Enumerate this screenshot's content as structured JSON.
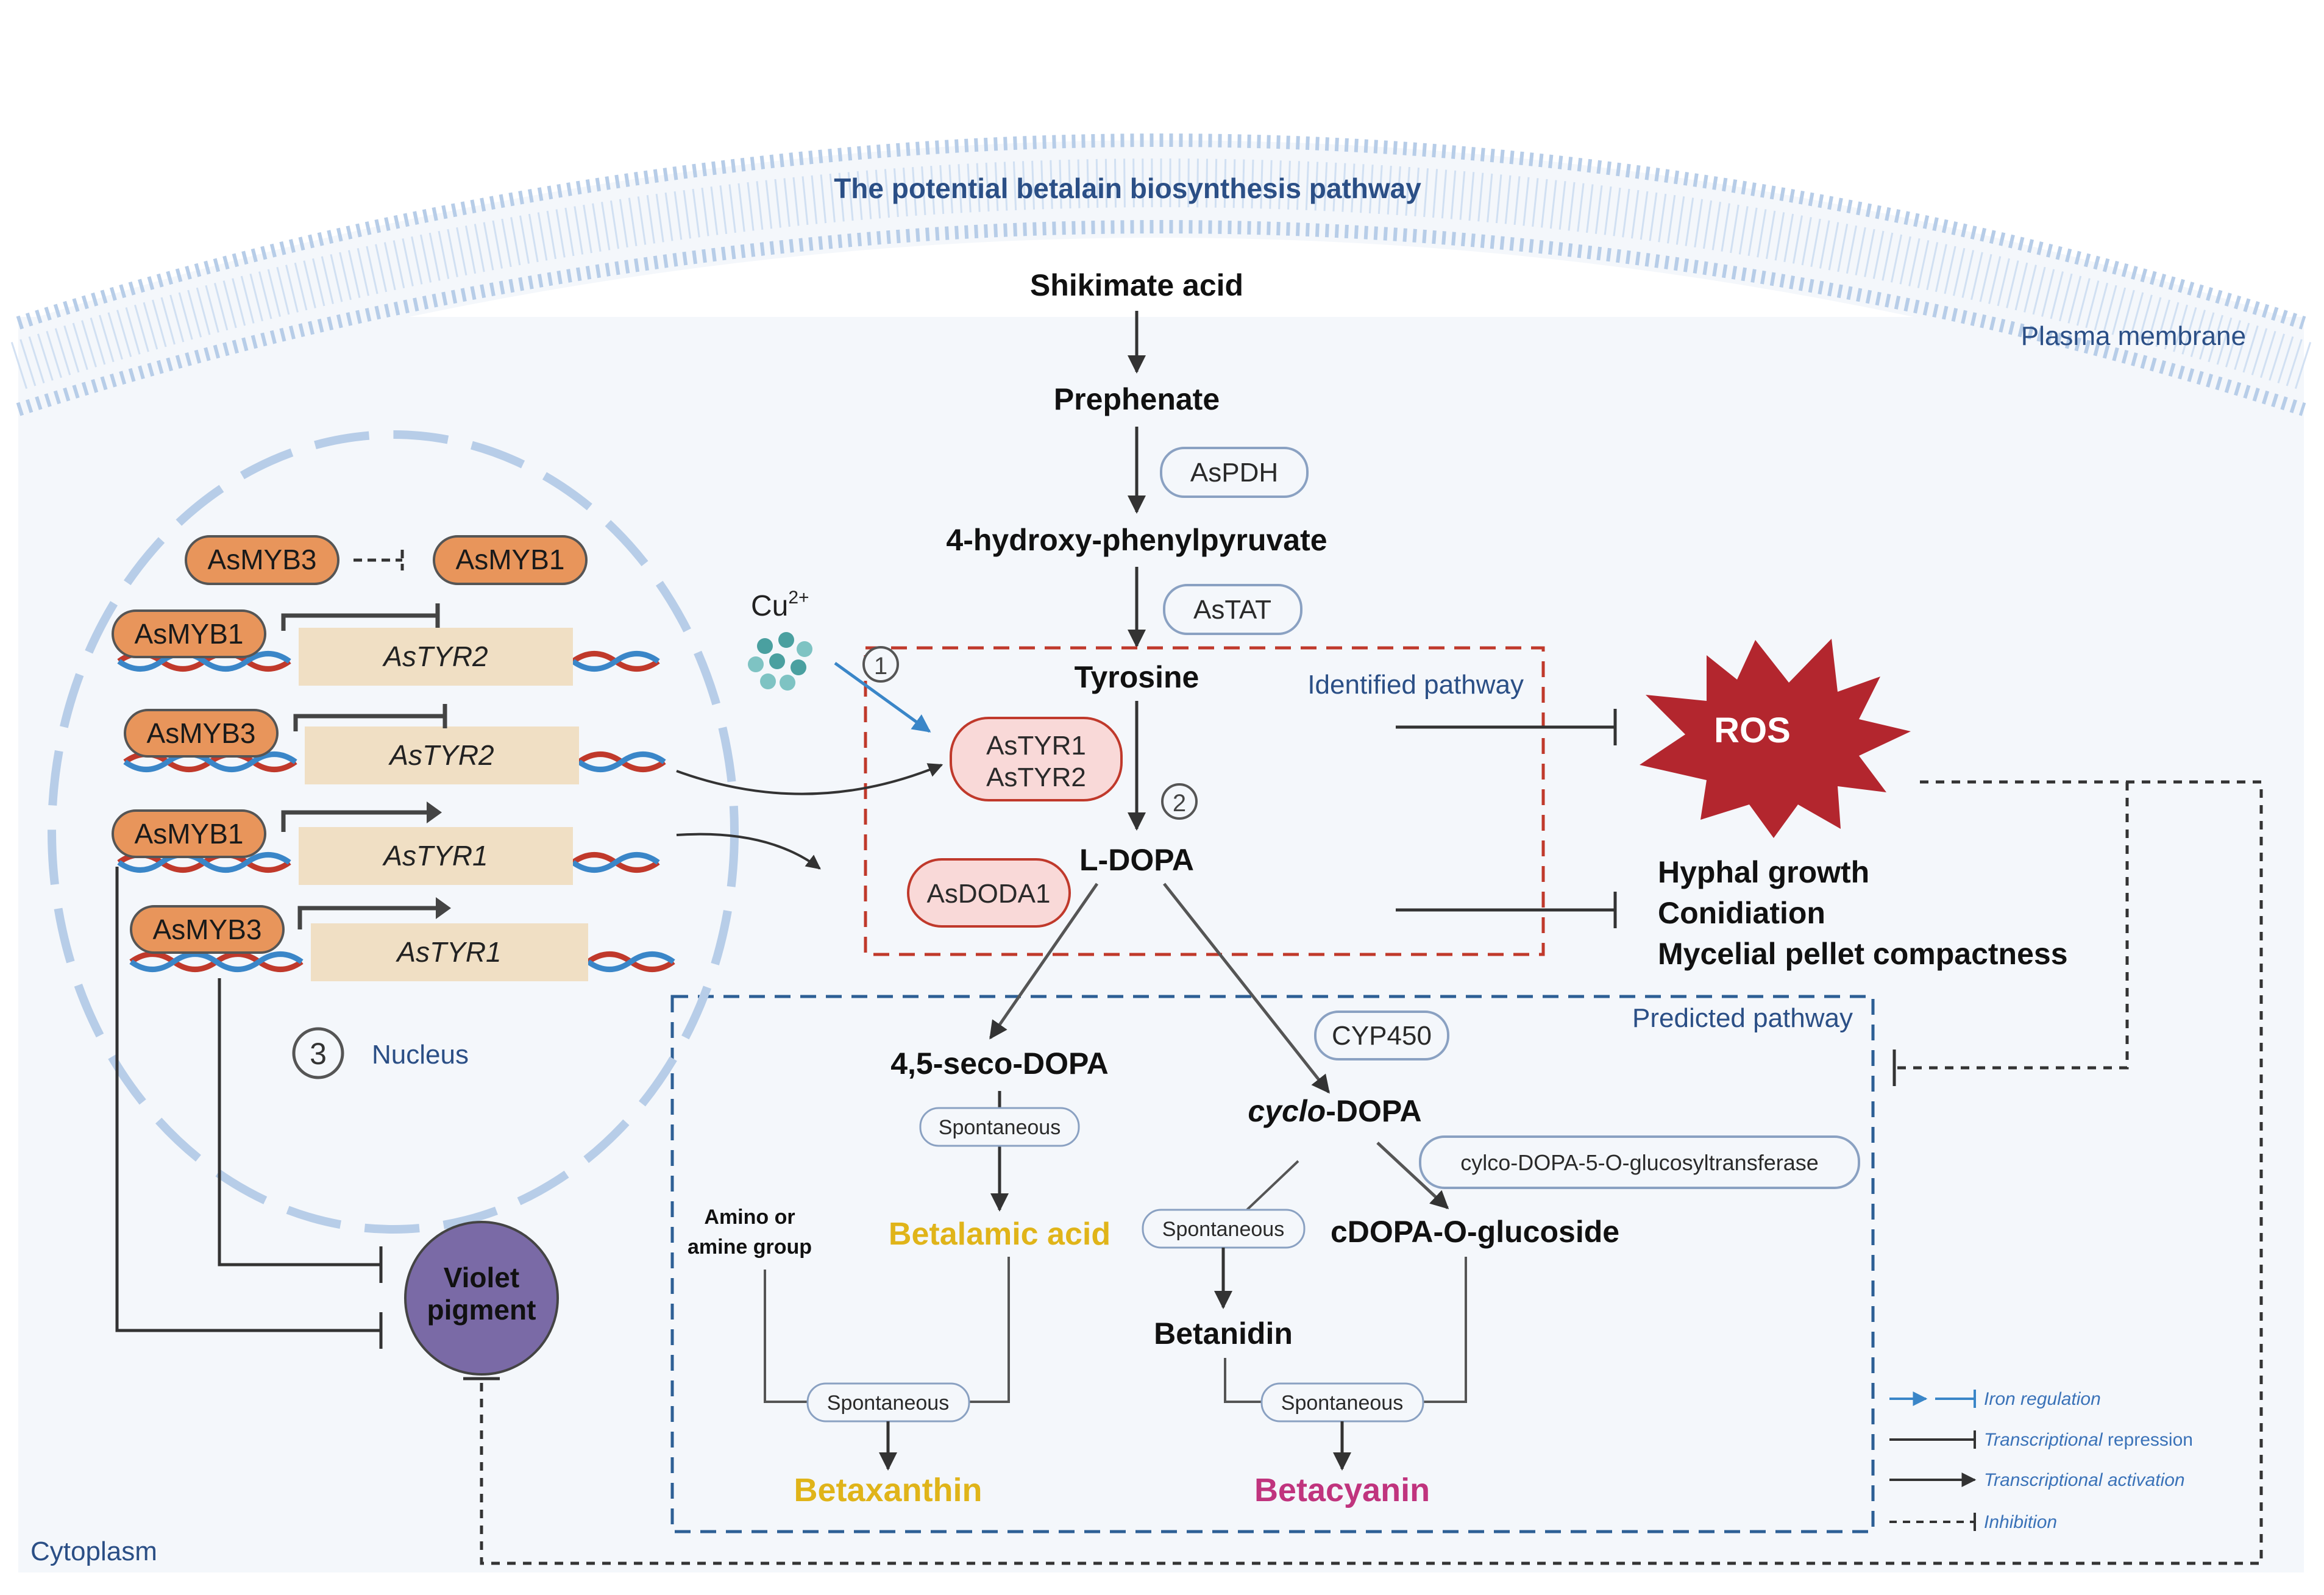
{
  "title": "The potential betalain biosynthesis pathway",
  "compartments": {
    "plasma_membrane": "Plasma membrane",
    "cytoplasm": "Cytoplasm",
    "nucleus": "Nucleus"
  },
  "metabolites": {
    "shikimate": "Shikimate acid",
    "prephenate": "Prephenate",
    "hpp": "4-hydroxy-phenylpyruvate",
    "tyrosine": "Tyrosine",
    "ldopa": "L-DOPA",
    "seco_dopa": "4,5-seco-DOPA",
    "cyclo_dopa_italic": "cyclo",
    "cyclo_dopa_rest": "-DOPA",
    "betalamic_acid": "Betalamic acid",
    "cdopa_glucoside": "cDOPA-O-glucoside",
    "betanidin": "Betanidin",
    "betaxanthin": "Betaxanthin",
    "betacyanin": "Betacyanin",
    "amino_line1": "Amino or",
    "amino_line2": "amine group"
  },
  "enzymes": {
    "pdh": "AsPDH",
    "tat": "AsTAT",
    "tyr1": "AsTYR1",
    "tyr2": "AsTYR2",
    "doda": "AsDODA1",
    "cyp": "CYP450",
    "glucosyltransferase": "cylco-DOPA-5-O-glucosyltransferase",
    "spontaneous": "Spontaneous"
  },
  "boxes": {
    "identified": "Identified pathway",
    "predicted": "Predicted pathway"
  },
  "ros": "ROS",
  "phenotypes": [
    "Hyphal growth",
    "Conidiation",
    "Mycelial pellet compactness"
  ],
  "violet_pigment": [
    "Violet",
    "pigment"
  ],
  "copper": {
    "base": "Cu",
    "sup": "2+"
  },
  "markers": [
    "1",
    "2",
    "3"
  ],
  "nucleus_items": {
    "myb3": "AsMYB3",
    "myb1": "AsMYB1",
    "gene_tyr2": "AsTYR2",
    "gene_tyr1": "AsTYR1"
  },
  "legend": [
    {
      "name": "iron",
      "label": "Iron regulation",
      "color": "#3a72b8"
    },
    {
      "name": "repression",
      "label_italic": "Transcriptional",
      "label_rest": " repression",
      "color": "#333333"
    },
    {
      "name": "activation",
      "label": "Transcriptional activation",
      "color": "#333333"
    },
    {
      "name": "inhibition",
      "label": "Inhibition",
      "color": "#333333"
    }
  ],
  "colors": {
    "background": "#f4f7fb",
    "membrane": "#b7cde8",
    "identified_box": "#c0392b",
    "predicted_box": "#2d5f95",
    "ros": "#b3262e",
    "violet": "#7a6aa6",
    "betalamic": "#e0b419",
    "betaxanthin": "#e0b419",
    "betacyanin": "#c0347e",
    "myb": "#e8955b",
    "gene": "#f0dfc4",
    "tyr_pill": "#f9d9d8",
    "title": "#2b4f86"
  }
}
